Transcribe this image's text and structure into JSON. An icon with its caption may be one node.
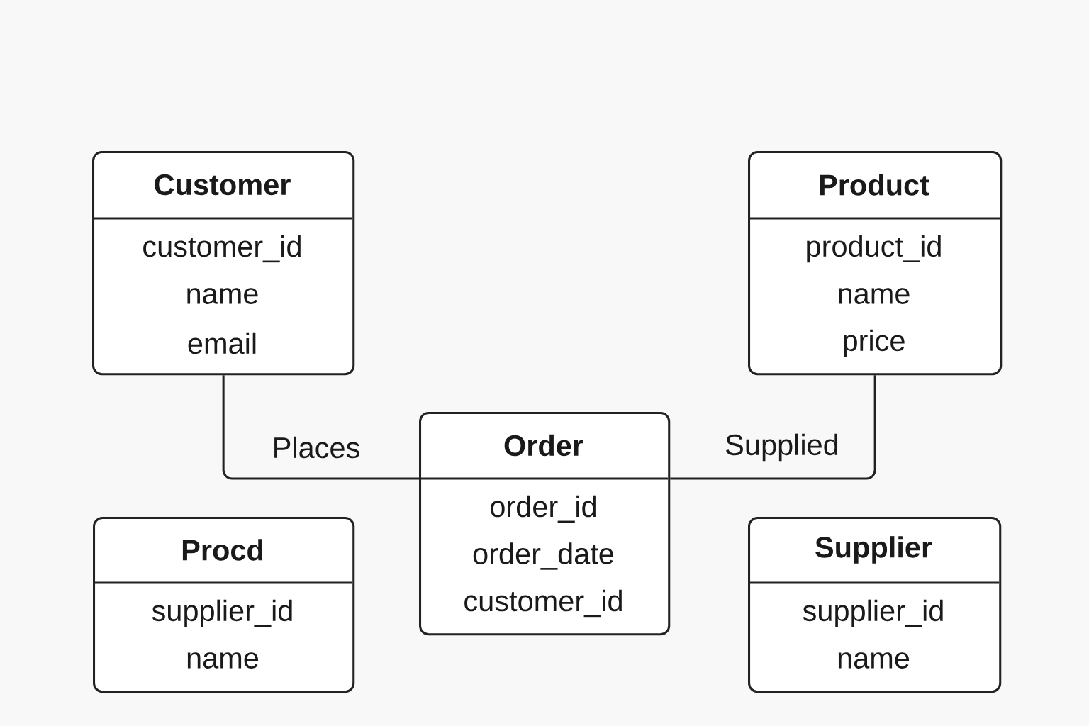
{
  "diagram": {
    "nodes": [
      {
        "text": [
          "Customer",
          "customer_id",
          "name",
          "email"
        ]
      },
      {
        "text": [
          "Product",
          "product_id",
          "name",
          "price"
        ]
      },
      {
        "text": [
          "Order",
          "order_id",
          "order_date",
          "customer_id"
        ]
      },
      {
        "text": [
          "Procd",
          "supplier_id",
          "name"
        ]
      },
      {
        "text": [
          "Supplier",
          "supplier_id",
          "name"
        ]
      }
    ],
    "edges": [
      {
        "from": 0,
        "to": 2,
        "arrow": "none",
        "label": "Places"
      },
      {
        "from": 1,
        "to": 2,
        "arrow": "none",
        "label": "Supplied"
      }
    ]
  }
}
